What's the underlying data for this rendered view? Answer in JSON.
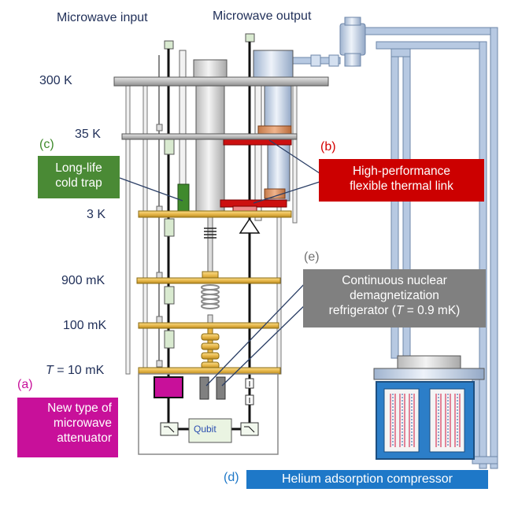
{
  "labels": {
    "microwave_input": "Microwave input",
    "microwave_output": "Microwave output",
    "stage_300k": "300 K",
    "stage_35k": "35 K",
    "stage_3k": "3 K",
    "stage_900mk": "900 mK",
    "stage_100mk": "100 mK",
    "stage_10mk_symbol": "T",
    "stage_10mk_value": " = 10 mK",
    "qubit": "Qubit"
  },
  "callouts": {
    "a": {
      "letter": "(a)",
      "line1": "New type of",
      "line2": "microwave",
      "line3": "attenuator",
      "color": "#c8109a"
    },
    "b": {
      "letter": "(b)",
      "line1": "High-performance",
      "line2": "flexible thermal link",
      "color": "#d40000"
    },
    "c": {
      "letter": "(c)",
      "line1": "Long-life",
      "line2": "cold trap",
      "color": "#3f8a2c"
    },
    "d": {
      "letter": "(d)",
      "text": "Helium adsorption compressor",
      "color": "#1e78c8"
    },
    "e": {
      "letter": "(e)",
      "line1": "Continuous nuclear",
      "line2": "demagnetization",
      "line3_prefix": "refrigerator (",
      "line3_symbol": "T",
      "line3_suffix": " = 0.9 mK)",
      "color": "#808080"
    }
  },
  "colors": {
    "gold_plate": "#e8b84a",
    "gray_plate": "#a8a8a8",
    "pipe": "#b7c9e2",
    "thermal_link": "#cc1010"
  }
}
